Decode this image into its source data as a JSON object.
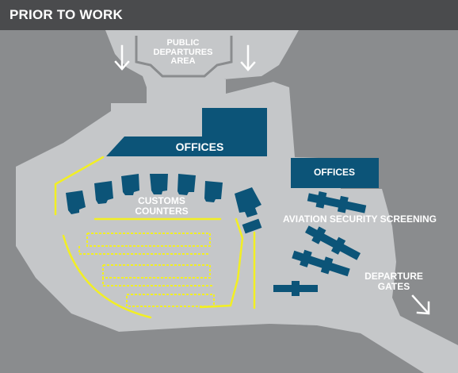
{
  "header": {
    "title": "PRIOR TO WORK"
  },
  "labels": {
    "public_departures_area": [
      "PUBLIC",
      "DEPARTURES",
      "AREA"
    ],
    "offices_main": "OFFICES",
    "offices_right": "OFFICES",
    "customs_counters": [
      "CUSTOMS",
      "COUNTERS"
    ],
    "aviation_security_screening": "AVIATION SECURITY SCREENING",
    "departure_gates": [
      "DEPARTURE",
      "GATES"
    ]
  },
  "colors": {
    "background": "#8a8c8e",
    "header": "#4a4b4d",
    "floor": "#c5c7c9",
    "offices": "#0c5478",
    "queue_lines": "#f2ef23",
    "arrows": "#ffffff"
  },
  "icons": [
    "down-arrow-icon",
    "down-arrow-icon",
    "diagonal-arrow-icon"
  ]
}
